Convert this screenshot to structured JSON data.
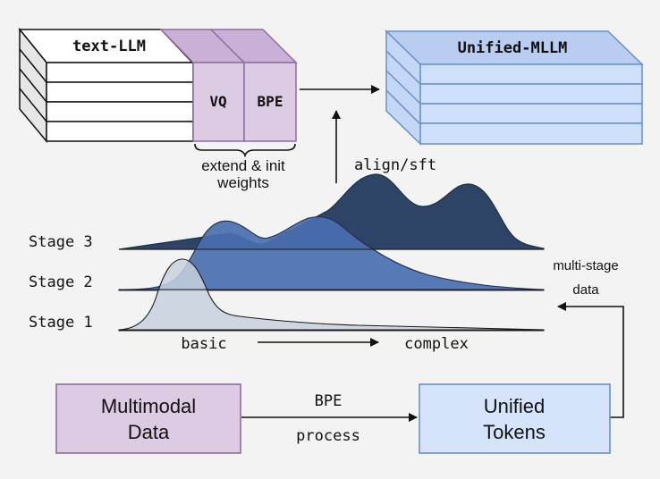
{
  "text_llm": {
    "title": "text-LLM"
  },
  "extension": {
    "vq": "VQ",
    "bpe": "BPE",
    "caption_line1": "extend & init",
    "caption_line2": "weights"
  },
  "unified_mllm": {
    "title": "Unified-MLLM"
  },
  "align_label": "align/sft",
  "stages": [
    {
      "label": "Stage 3",
      "color": "#2e4466"
    },
    {
      "label": "Stage 2",
      "color": "#3f69b0"
    },
    {
      "label": "Stage 1",
      "color": "#c7d0de"
    }
  ],
  "axis": {
    "start": "basic",
    "end": "complex"
  },
  "multi_stage_label": {
    "line1": "multi-stage",
    "line2": "data"
  },
  "multimodal_box": {
    "line1": "Multimodal",
    "line2": "Data",
    "fill": "#dccbe3",
    "stroke": "#8c6da3"
  },
  "process_label": {
    "line1": "BPE",
    "line2": "process"
  },
  "tokens_box": {
    "line1": "Unified",
    "line2": "Tokens",
    "fill": "#d6e4fb",
    "stroke": "#6c8fc7"
  },
  "colors": {
    "text_llm_front": "#ffffff",
    "text_llm_side": "#e6e6e6",
    "purple_front": "#dccbe3",
    "purple_top": "#c9b0d6",
    "blue_front": "#cfe0fb",
    "blue_top": "#b8cdf1",
    "blue_stroke": "#6c8fc7"
  }
}
